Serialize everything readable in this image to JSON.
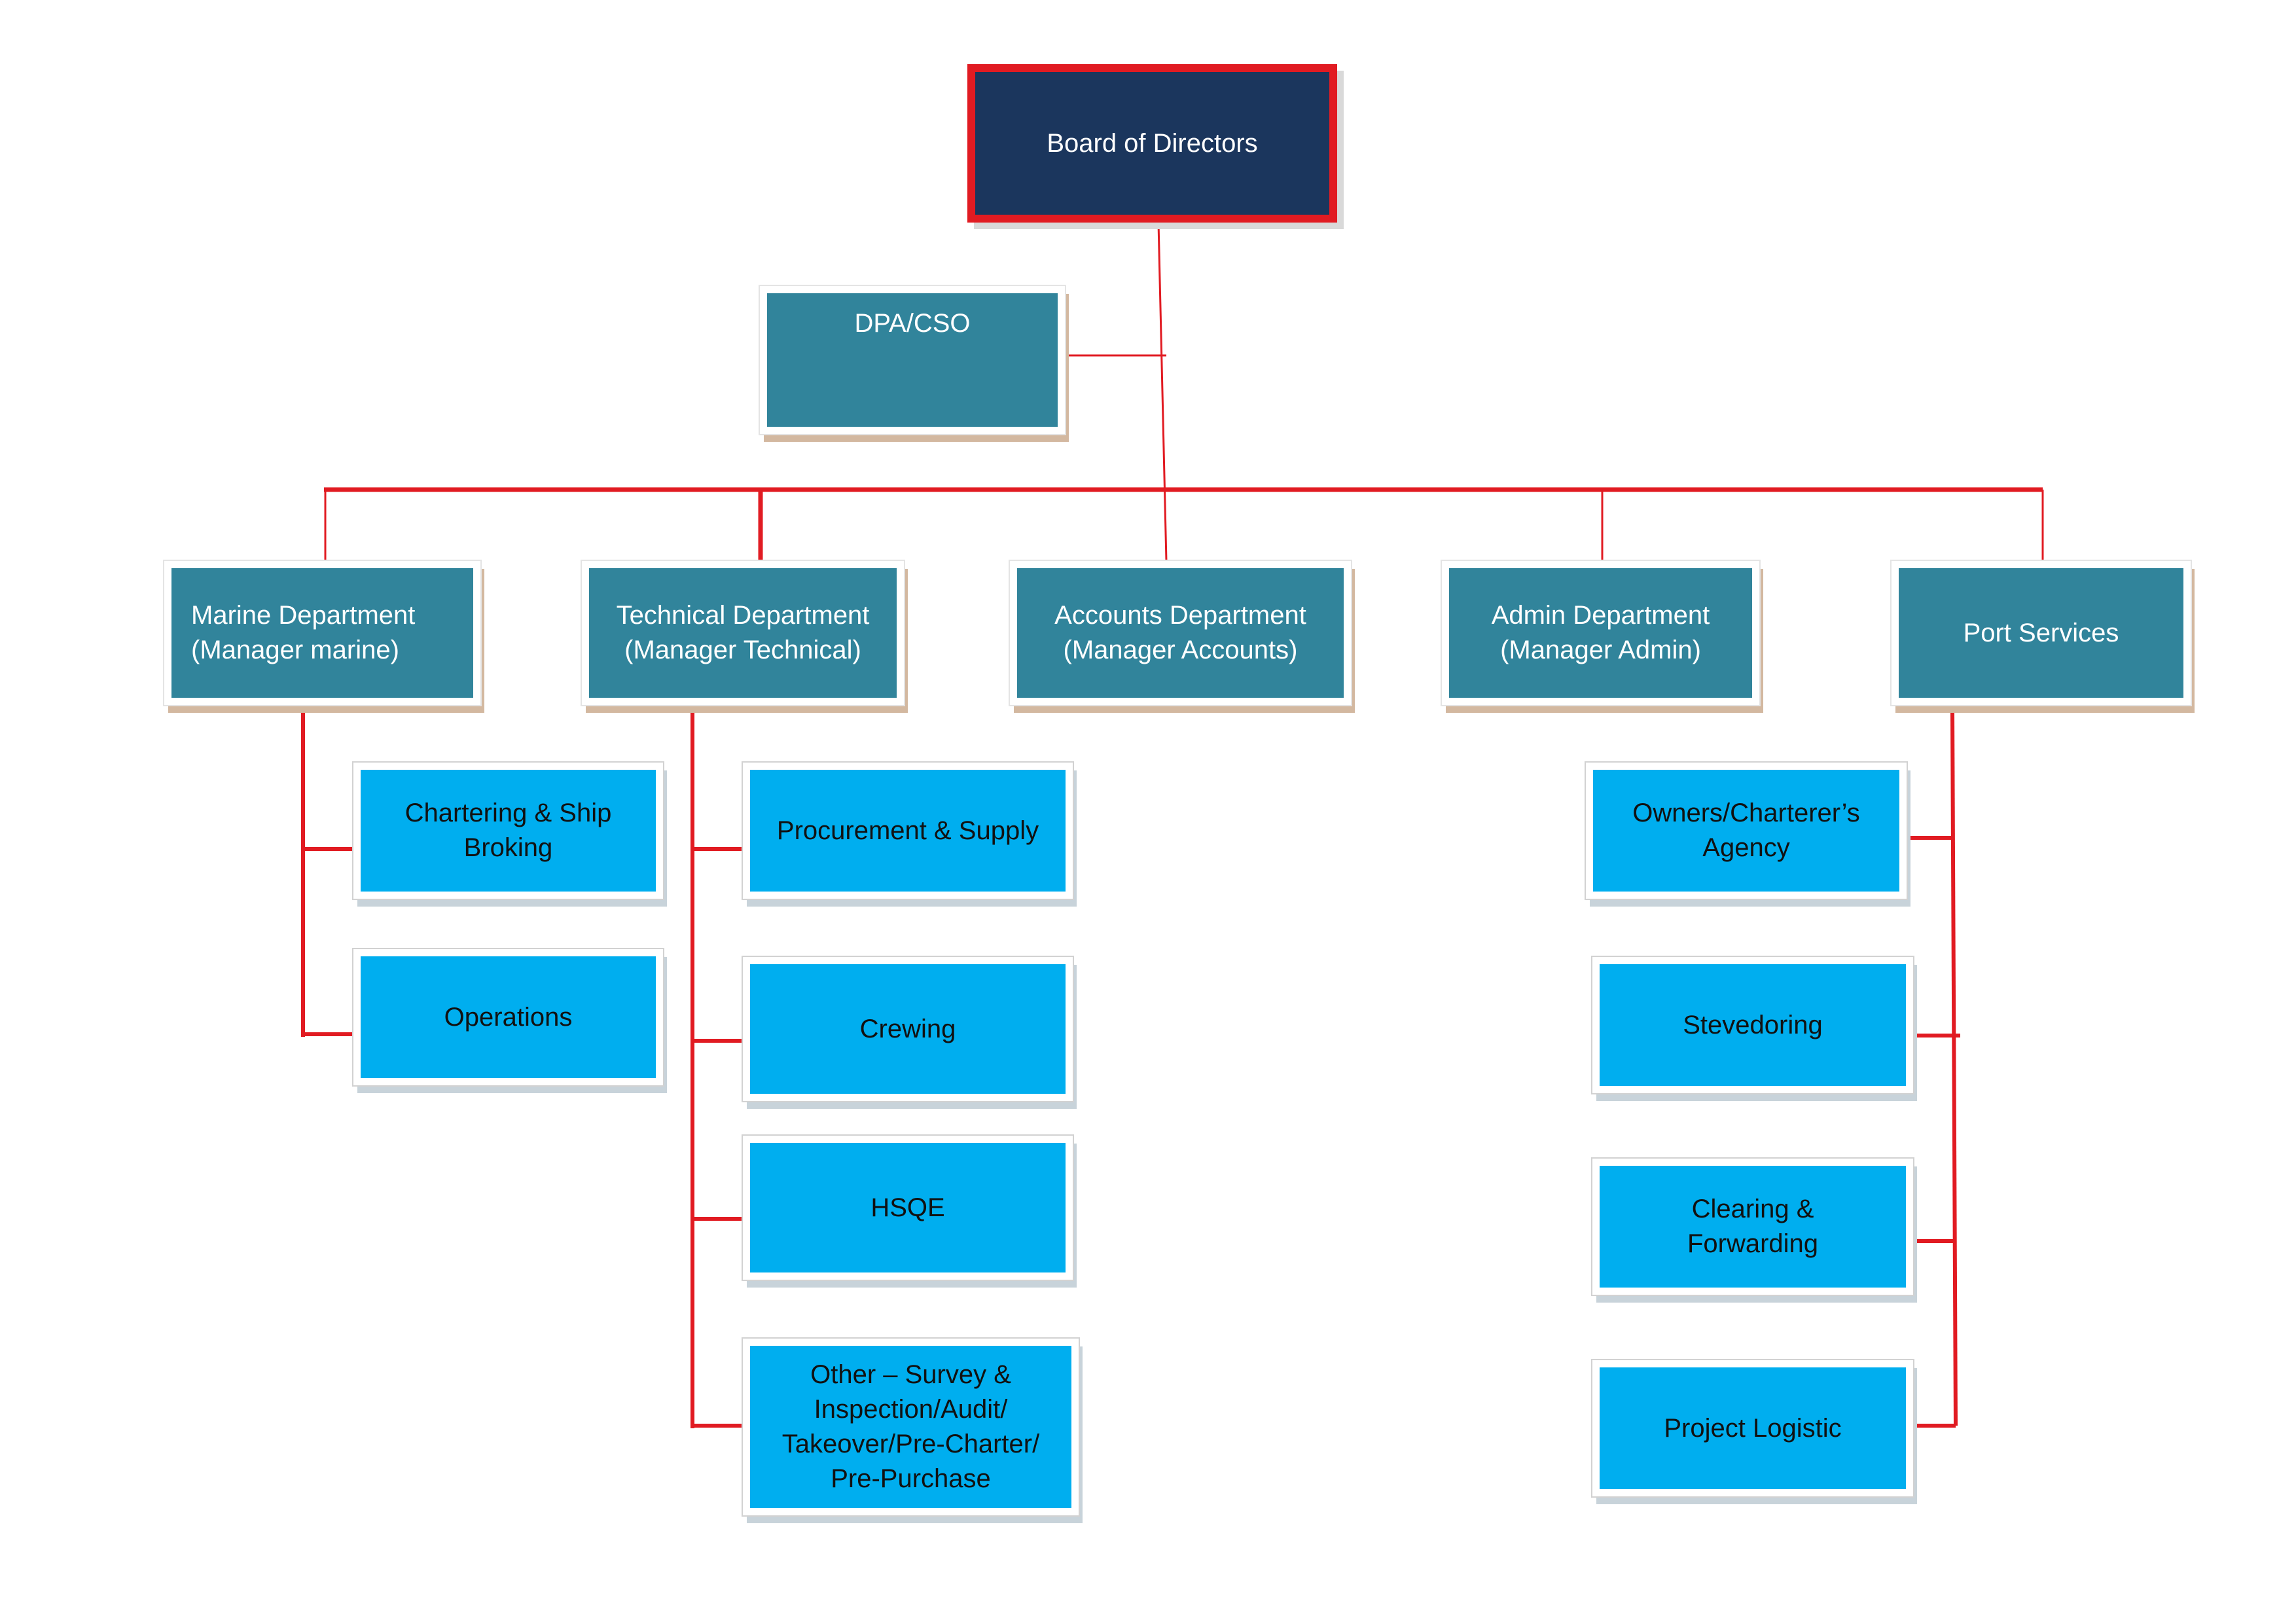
{
  "board": {
    "label": "Board of Directors"
  },
  "dpa": {
    "label": "DPA/CSO"
  },
  "departments": {
    "marine": "Marine Department\n(Manager marine)",
    "technical": "Technical Department\n(Manager Technical)",
    "accounts": "Accounts Department\n(Manager Accounts)",
    "admin": "Admin Department\n(Manager Admin)",
    "port": "Port Services"
  },
  "marine_units": {
    "chartering": "Chartering & Ship\nBroking",
    "operations": "Operations"
  },
  "technical_units": {
    "procurement": "Procurement & Supply",
    "crewing": "Crewing",
    "hsqe": "HSQE",
    "other": "Other – Survey &\nInspection/Audit/\nTakeover/Pre-Charter/\nPre-Purchase"
  },
  "port_units": {
    "agency": "Owners/Charterer’s\nAgency",
    "stevedoring": "Stevedoring",
    "clearing": "Clearing &\nForwarding",
    "logistic": "Project Logistic"
  },
  "colors": {
    "connector": "#e11b22",
    "board_fill": "#1b365d",
    "department_fill": "#31849b",
    "unit_fill": "#00aeef"
  }
}
